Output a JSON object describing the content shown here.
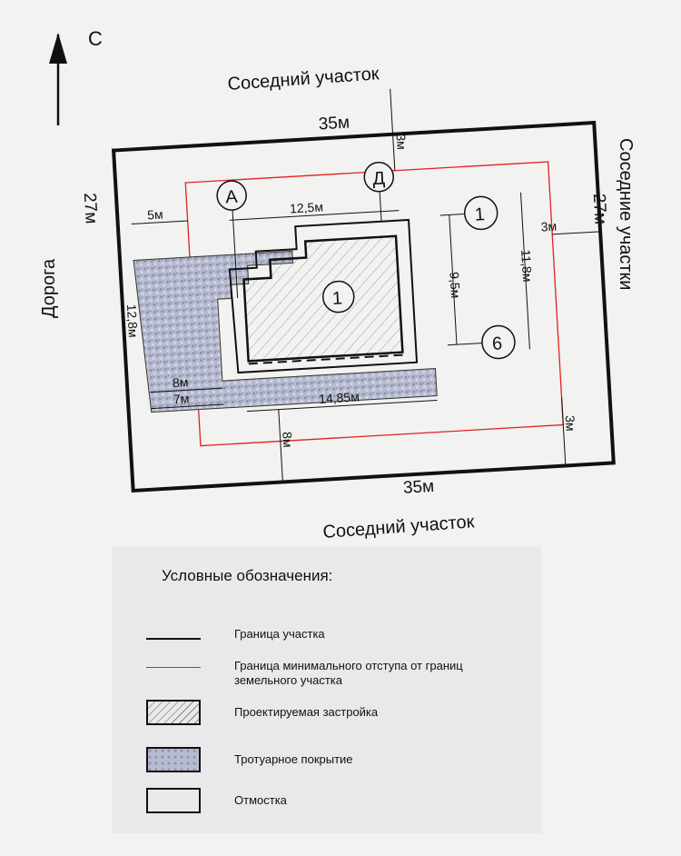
{
  "north": {
    "label": "С"
  },
  "neighbors": {
    "top": "Соседний участок",
    "bottom": "Соседний участок",
    "right": "Соседние участки",
    "left_road": "Дорога"
  },
  "dimensions": {
    "top_width": "35м",
    "bottom_width": "35м",
    "left_height": "27м",
    "right_height": "27м",
    "top_setback": "3м",
    "right_setback": "3м",
    "bottom_setback": "3м",
    "left_setback": "5м",
    "building_width": "12,5м",
    "building_height_inner": "9,5м",
    "building_height_outer": "11,8м",
    "paving_height": "12,8м",
    "paving_8": "8м",
    "paving_7": "7м",
    "overall_width": "14,85м",
    "bottom_offset": "8м"
  },
  "axes": {
    "letter_a": "А",
    "letter_d": "Д",
    "num_1": "1",
    "num_6": "6",
    "building_no": "1"
  },
  "legend": {
    "title": "Условные обозначения:",
    "items": [
      {
        "label": "Граница участка",
        "symbol": "black-line-icon"
      },
      {
        "label": "Граница минимального отступа от границ земельного участка",
        "symbol": "red-line-icon"
      },
      {
        "label": "Проектируемая застройка",
        "symbol": "hatched-box-icon"
      },
      {
        "label": "Тротуарное покрытие",
        "symbol": "paving-box-icon"
      },
      {
        "label": "Отмостка",
        "symbol": "empty-box-icon"
      }
    ]
  },
  "colors": {
    "boundary": "#111111",
    "setback": "#e02020",
    "paving": "#b4b9cf",
    "background": "#f2f2f0"
  }
}
